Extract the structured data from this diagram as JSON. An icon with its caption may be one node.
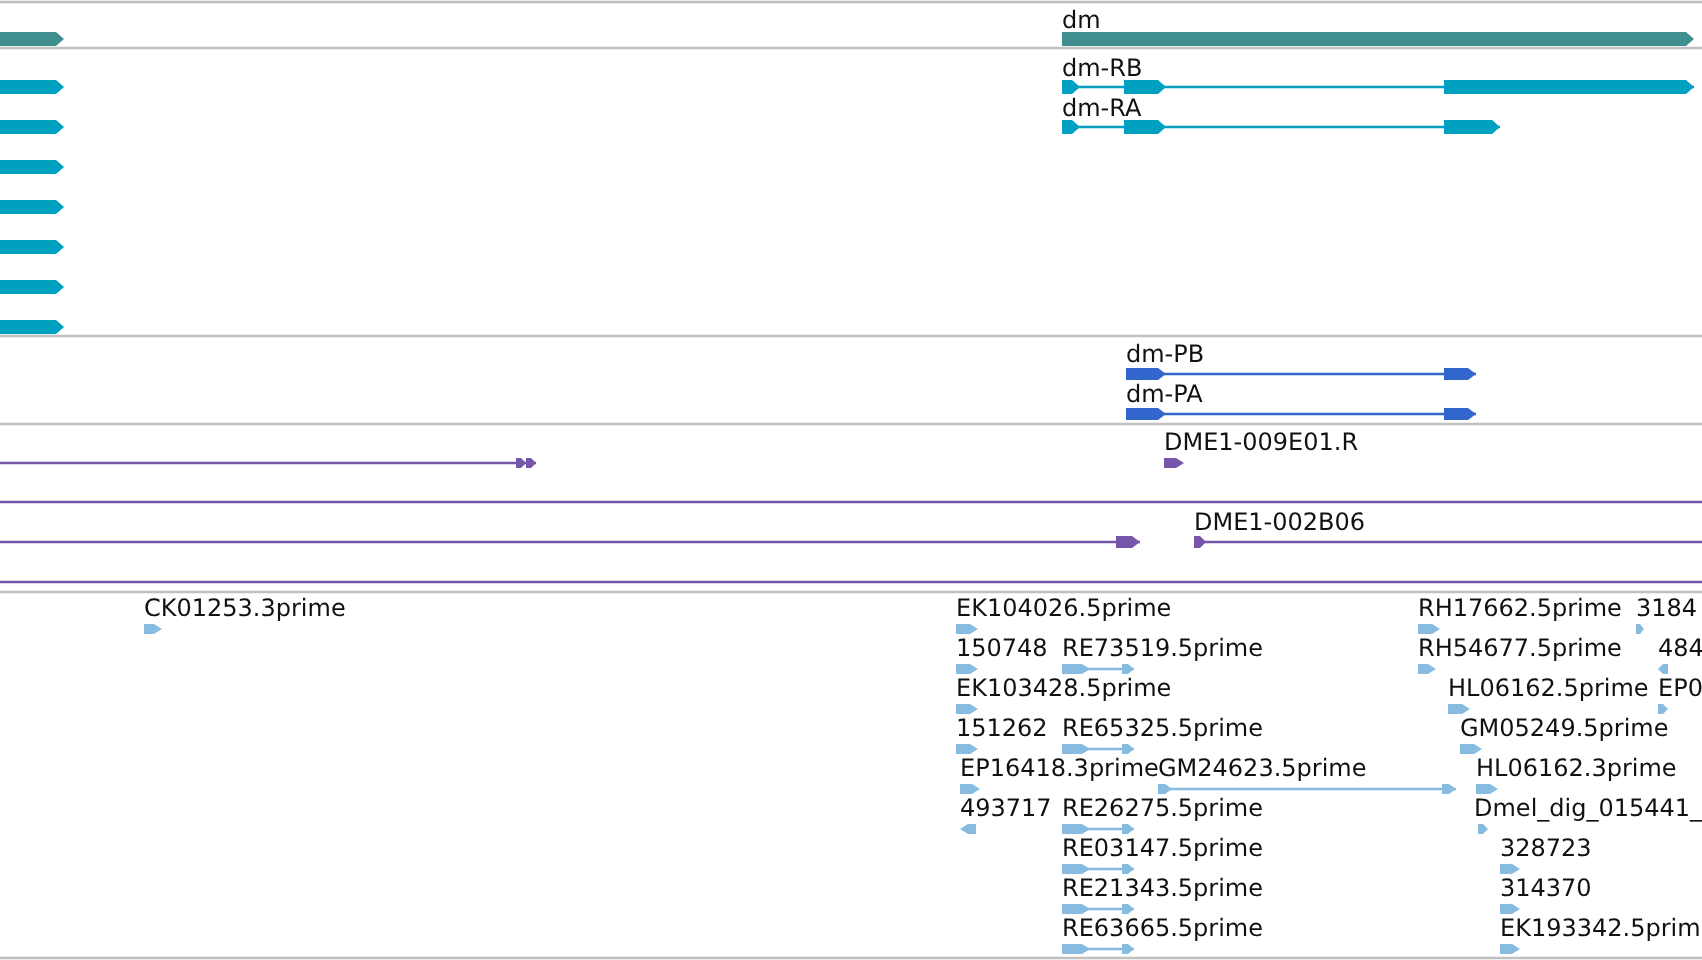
{
  "diagram": {
    "labels": [
      "dm",
      "dm-RB",
      "dm-RA",
      "dm-PB",
      "dm-PA",
      "DME1-009E01.R",
      "DME1-002B06",
      "CK01253.3prime",
      "EK104026.5prime",
      "RH17662.5prime",
      "3184",
      "150748",
      "RE73519.5prime",
      "RH54677.5prime",
      "484",
      "EK103428.5prime",
      "HL06162.5prime",
      "EP0",
      "151262",
      "RE65325.5prime",
      "GM05249.5prime",
      "EP16418.3prime",
      "GM24623.5prime",
      "HL06162.3prime",
      "493717",
      "RE26275.5prime",
      "Dmel_dig_015441_",
      "RE03147.5prime",
      "328723",
      "RE21343.5prime",
      "314370",
      "RE63665.5prime",
      "EK193342.5prim"
    ]
  }
}
